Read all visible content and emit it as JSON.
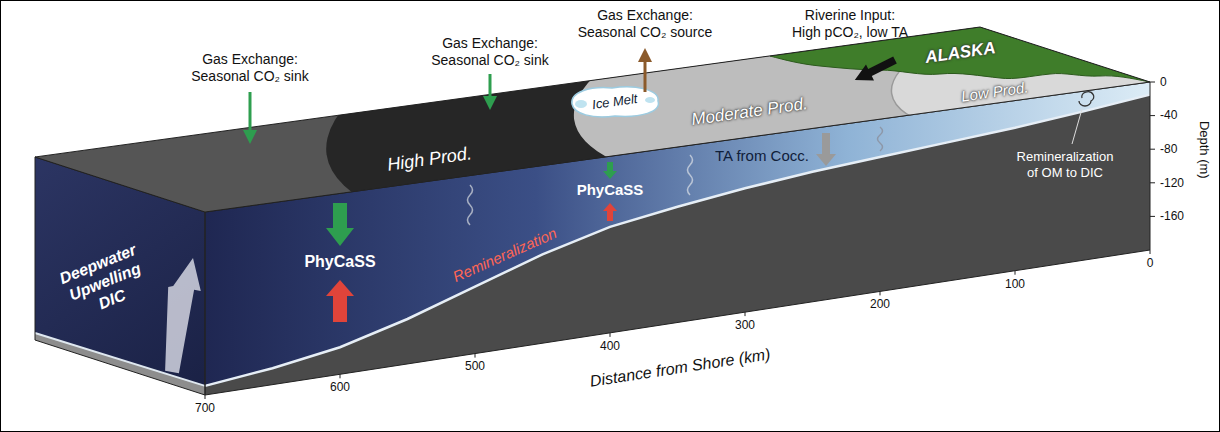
{
  "diagram": {
    "labels": [
      "Gas Exchange: Seasonal CO₂ sink",
      "Gas Exchange: Seasonal CO₂ sink",
      "Gas Exchange: Seasonal CO₂ source",
      "Riverine Input: High pCO₂, low TA",
      "ALASKA",
      "Ice Melt",
      "Moderate Prod.",
      "Low Prod.",
      "High Prod.",
      "Remineralization of OM to DIC",
      "TA from Cocc.",
      "PhyCaSS",
      "PhyCaSS",
      "Remineralization",
      "Deepwater Upwelling DIC",
      "0",
      "-40",
      "-80",
      "-120",
      "-160",
      "Depth (m)",
      "700",
      "600",
      "500",
      "400",
      "300",
      "200",
      "100",
      "0",
      "Distance from Shore (km)"
    ]
  }
}
